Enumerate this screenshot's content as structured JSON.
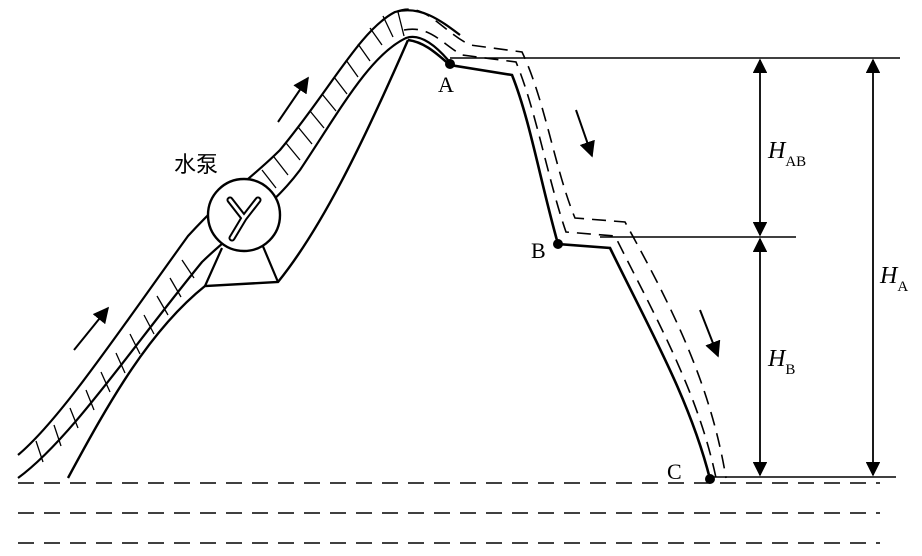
{
  "labels": {
    "pump": "水泵",
    "point_a": "A",
    "point_b": "B",
    "point_c": "C",
    "h_var": "H",
    "h_ab_sub": "AB",
    "h_b_sub": "B",
    "h_a_sub": "A"
  }
}
